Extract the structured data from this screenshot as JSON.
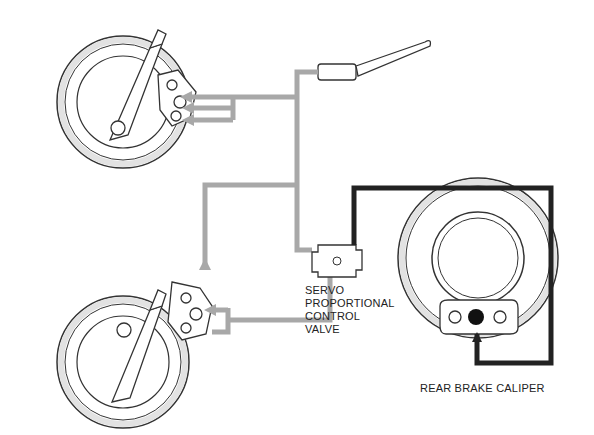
{
  "diagram": {
    "nodes": [
      {
        "text": [
          "SERVO PROPORTIONAL CONTROL VALVE"
        ]
      },
      {
        "text": [
          "REAR BRAKE CALIPER"
        ]
      }
    ],
    "edges": [
      {
        "from": 0,
        "to": 1,
        "arrow": "to"
      }
    ]
  }
}
